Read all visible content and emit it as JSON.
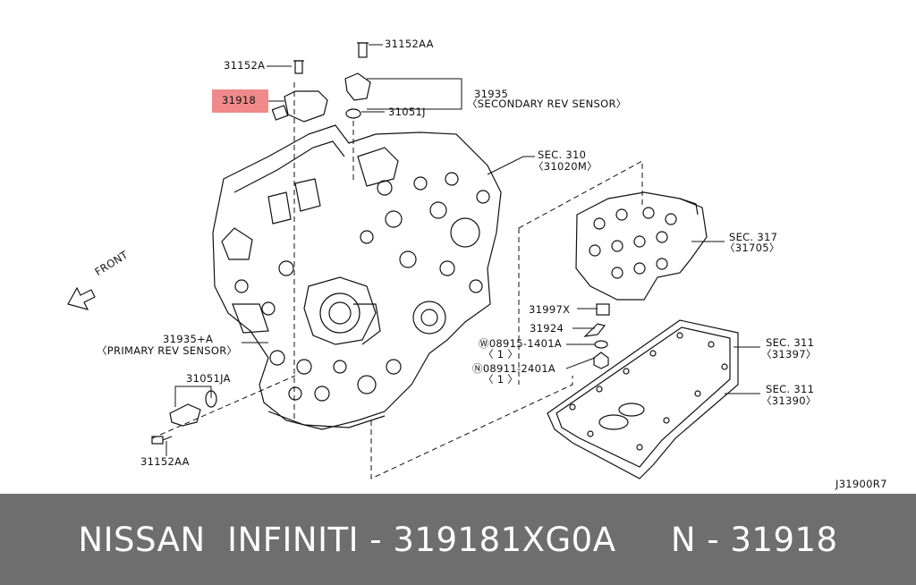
{
  "diagram": {
    "callouts": {
      "bolt_top_right": "31152AA",
      "bolt_top_left": "31152A",
      "highlighted_part": "31918",
      "secondary_sensor_num": "31935",
      "secondary_sensor_name": "〈SECONDARY REV SENSOR〉",
      "oring_top": "31051J",
      "sec310": "SEC. 310",
      "sec310_ref": "〈31020M〉",
      "sec317": "SEC. 317",
      "sec317_ref": "〈31705〉",
      "part_31997x": "31997X",
      "part_31924": "31924",
      "washer": "08915-1401A",
      "washer_qty": "〈 1 〉",
      "nut": "08911-2401A",
      "nut_qty": "〈 1 〉",
      "sec311a": "SEC. 311",
      "sec311a_ref": "〈31397〉",
      "sec311b": "SEC. 311",
      "sec311b_ref": "〈31390〉",
      "primary_sensor_num": "31935+A",
      "primary_sensor_name": "〈PRIMARY REV SENSOR〉",
      "oring_bottom": "31051JA",
      "bolt_bottom": "31152AA",
      "front": "FRONT",
      "diagram_code": "J31900R7"
    },
    "highlight_color": "#f08a8a"
  },
  "footer": {
    "text": "NISSAN  INFINITI - 319181XG0A     N - 31918",
    "background": "#6e6e6e"
  }
}
